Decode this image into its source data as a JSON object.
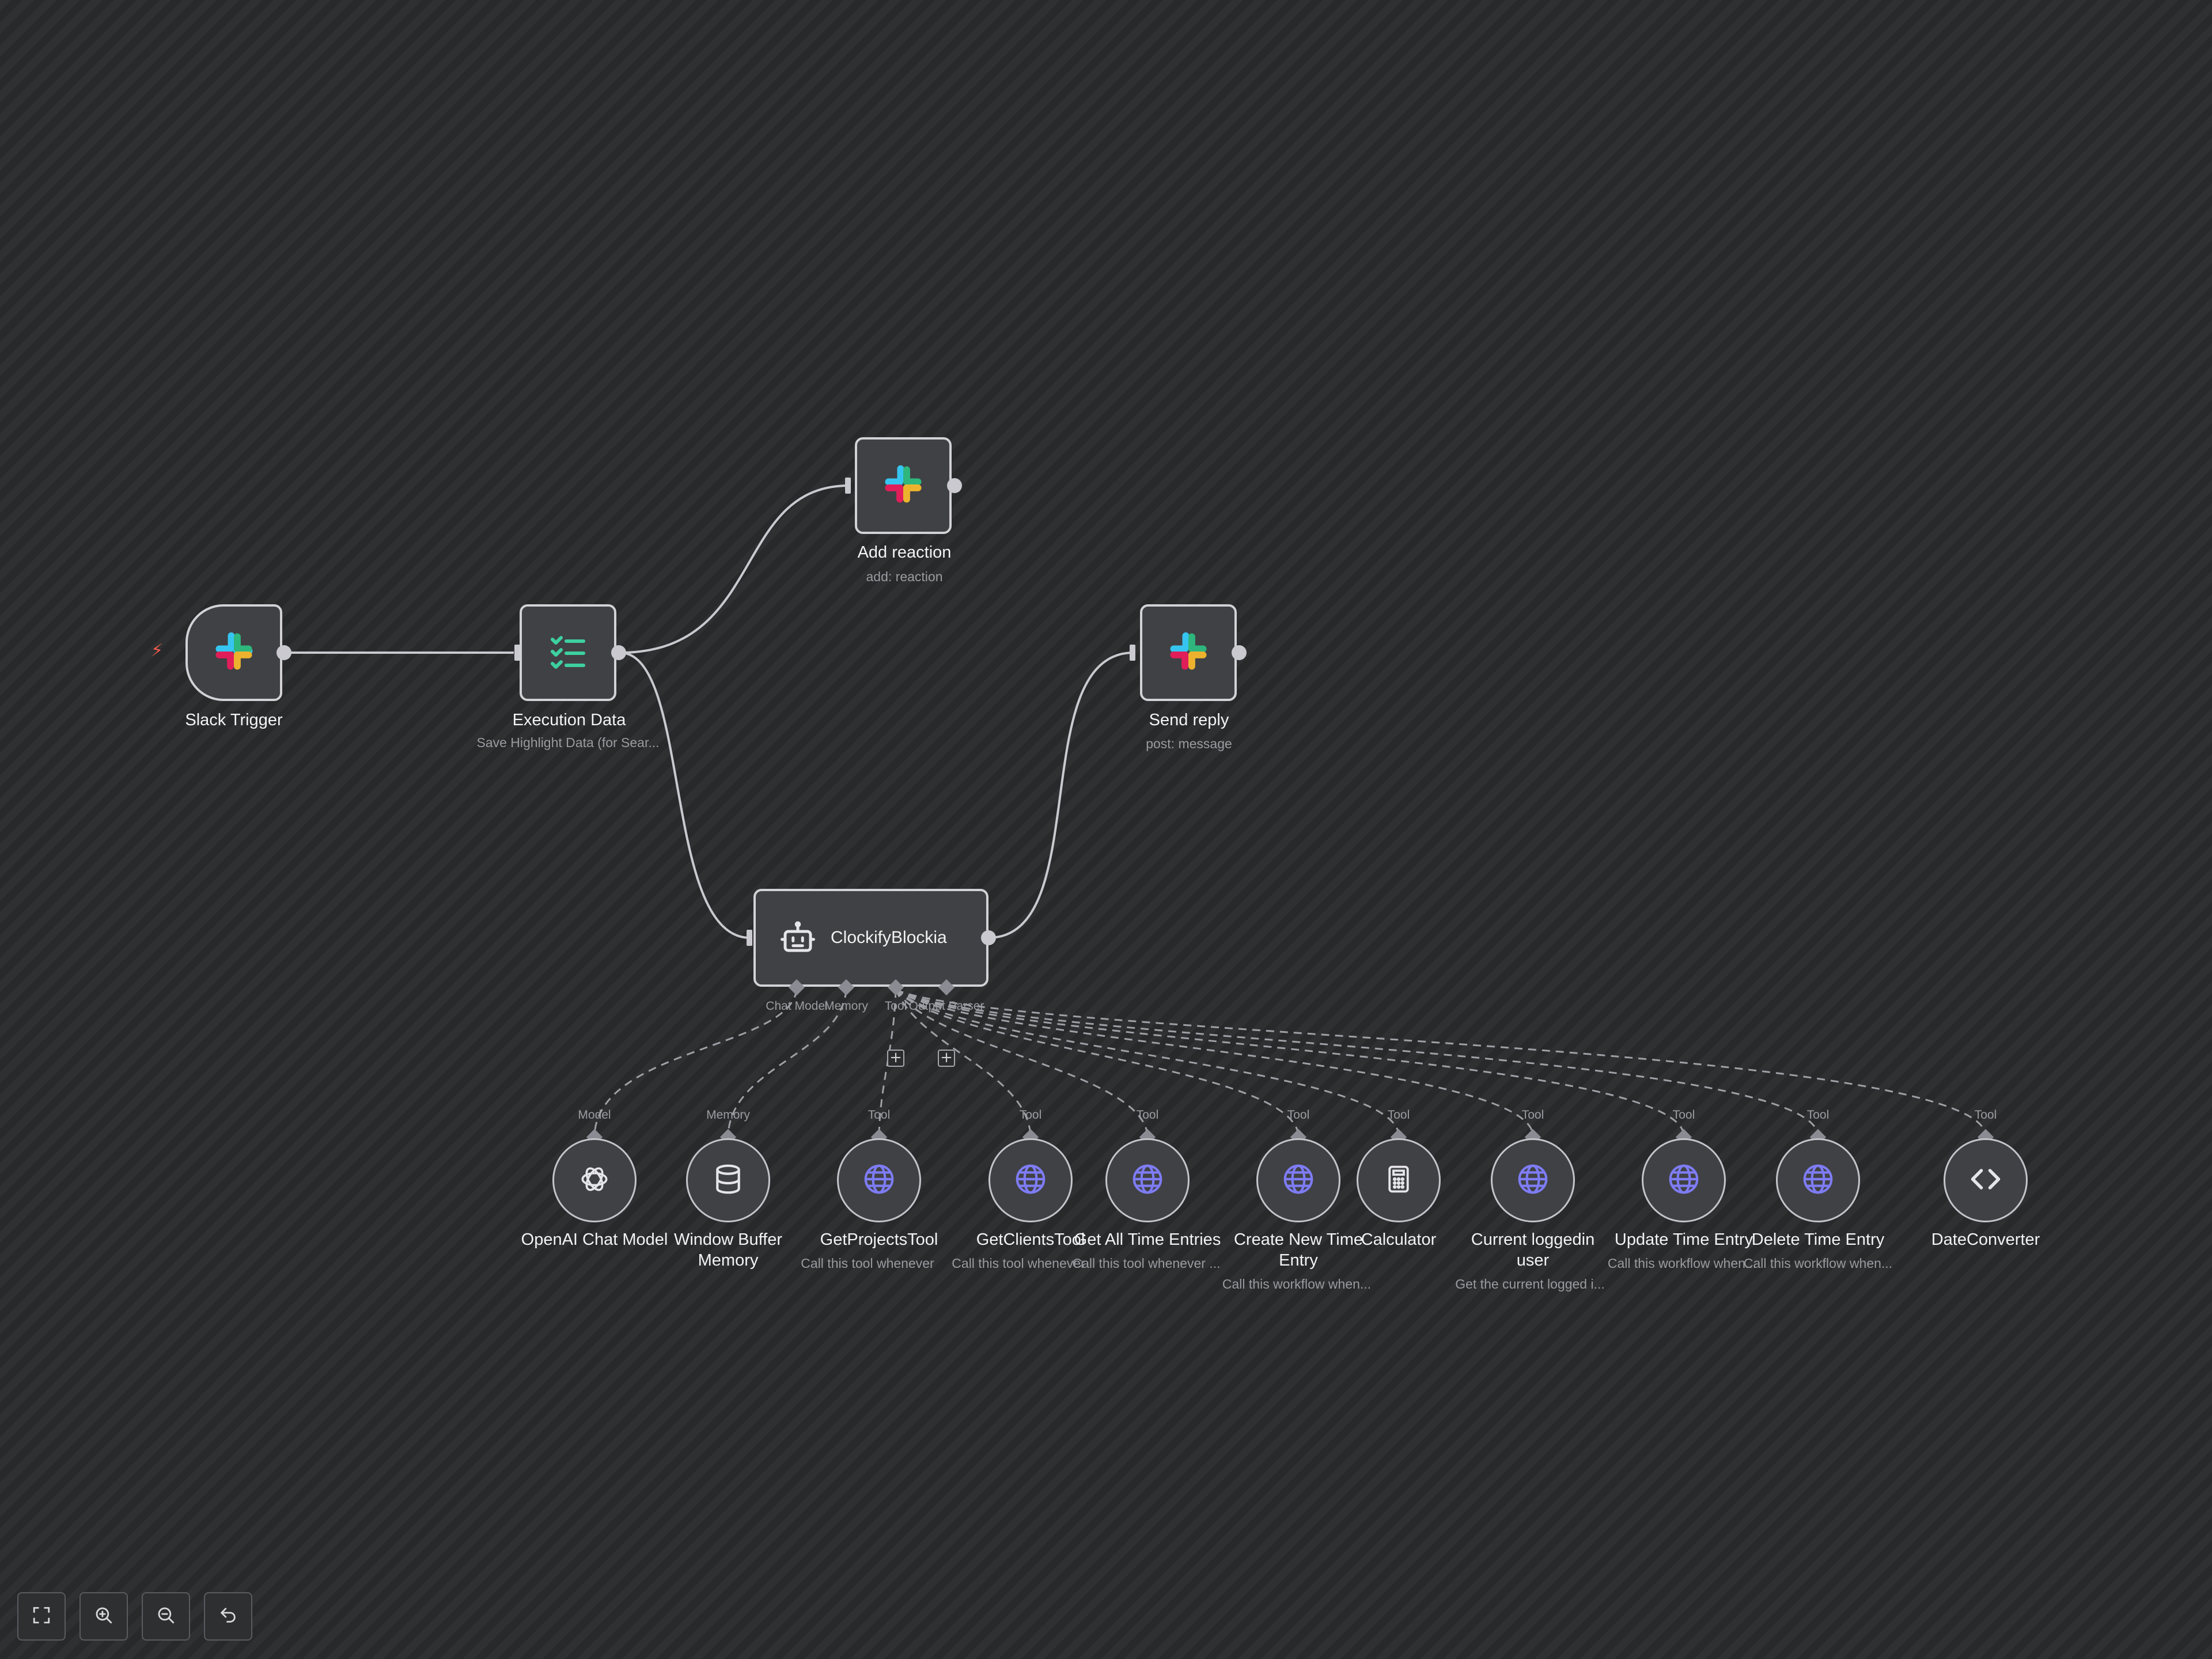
{
  "nodes": {
    "slack_trigger": {
      "label": "Slack Trigger",
      "icon": "slack-icon"
    },
    "execution_data": {
      "label": "Execution Data",
      "subtitle": "Save Highlight Data (for Sear...",
      "icon": "checklist-icon"
    },
    "add_reaction": {
      "label": "Add reaction",
      "subtitle": "add: reaction",
      "icon": "slack-icon"
    },
    "send_reply": {
      "label": "Send reply",
      "subtitle": "post: message",
      "icon": "slack-icon"
    },
    "agent": {
      "label": "ClockifyBlockia",
      "icon": "robot-icon"
    }
  },
  "agent_slots": {
    "chat_model": "Chat Model",
    "memory": "Memory",
    "tool": "Tool",
    "output_parser": "Output Parser"
  },
  "subnodes": [
    {
      "slot": "Model",
      "label": "OpenAI Chat Model",
      "subtitle": "",
      "icon": "openai-icon"
    },
    {
      "slot": "Memory",
      "label": "Window Buffer Memory",
      "subtitle": "",
      "icon": "database-icon"
    },
    {
      "slot": "Tool",
      "label": "GetProjectsTool",
      "subtitle": "Call this tool whenever",
      "icon": "globe-icon"
    },
    {
      "slot": "Tool",
      "label": "GetClientsTool",
      "subtitle": "Call this tool whenever",
      "icon": "globe-icon"
    },
    {
      "slot": "Tool",
      "label": "Get All Time Entries",
      "subtitle": "Call this tool whenever ...",
      "icon": "globe-icon"
    },
    {
      "slot": "Tool",
      "label": "Create New Time Entry",
      "subtitle": "Call this workflow when...",
      "icon": "globe-icon"
    },
    {
      "slot": "Tool",
      "label": "Calculator",
      "subtitle": "",
      "icon": "calculator-icon"
    },
    {
      "slot": "Tool",
      "label": "Current loggedin user",
      "subtitle": "Get the current logged i...",
      "icon": "globe-icon"
    },
    {
      "slot": "Tool",
      "label": "Update Time Entry",
      "subtitle": "Call this workflow when...",
      "icon": "globe-icon"
    },
    {
      "slot": "Tool",
      "label": "Delete Time Entry",
      "subtitle": "Call this workflow when...",
      "icon": "globe-icon"
    },
    {
      "slot": "Tool",
      "label": "DateConverter",
      "subtitle": "",
      "icon": "code-icon"
    }
  ],
  "controls": {
    "fit": "fit-view-icon",
    "zoom_in": "zoom-in-icon",
    "zoom_out": "zoom-out-icon",
    "reset": "reset-zoom-icon"
  },
  "colors": {
    "accent_purple": "#7e7cf4",
    "trigger_red": "#ef5b4b",
    "checklist_green": "#3dd0a0"
  }
}
